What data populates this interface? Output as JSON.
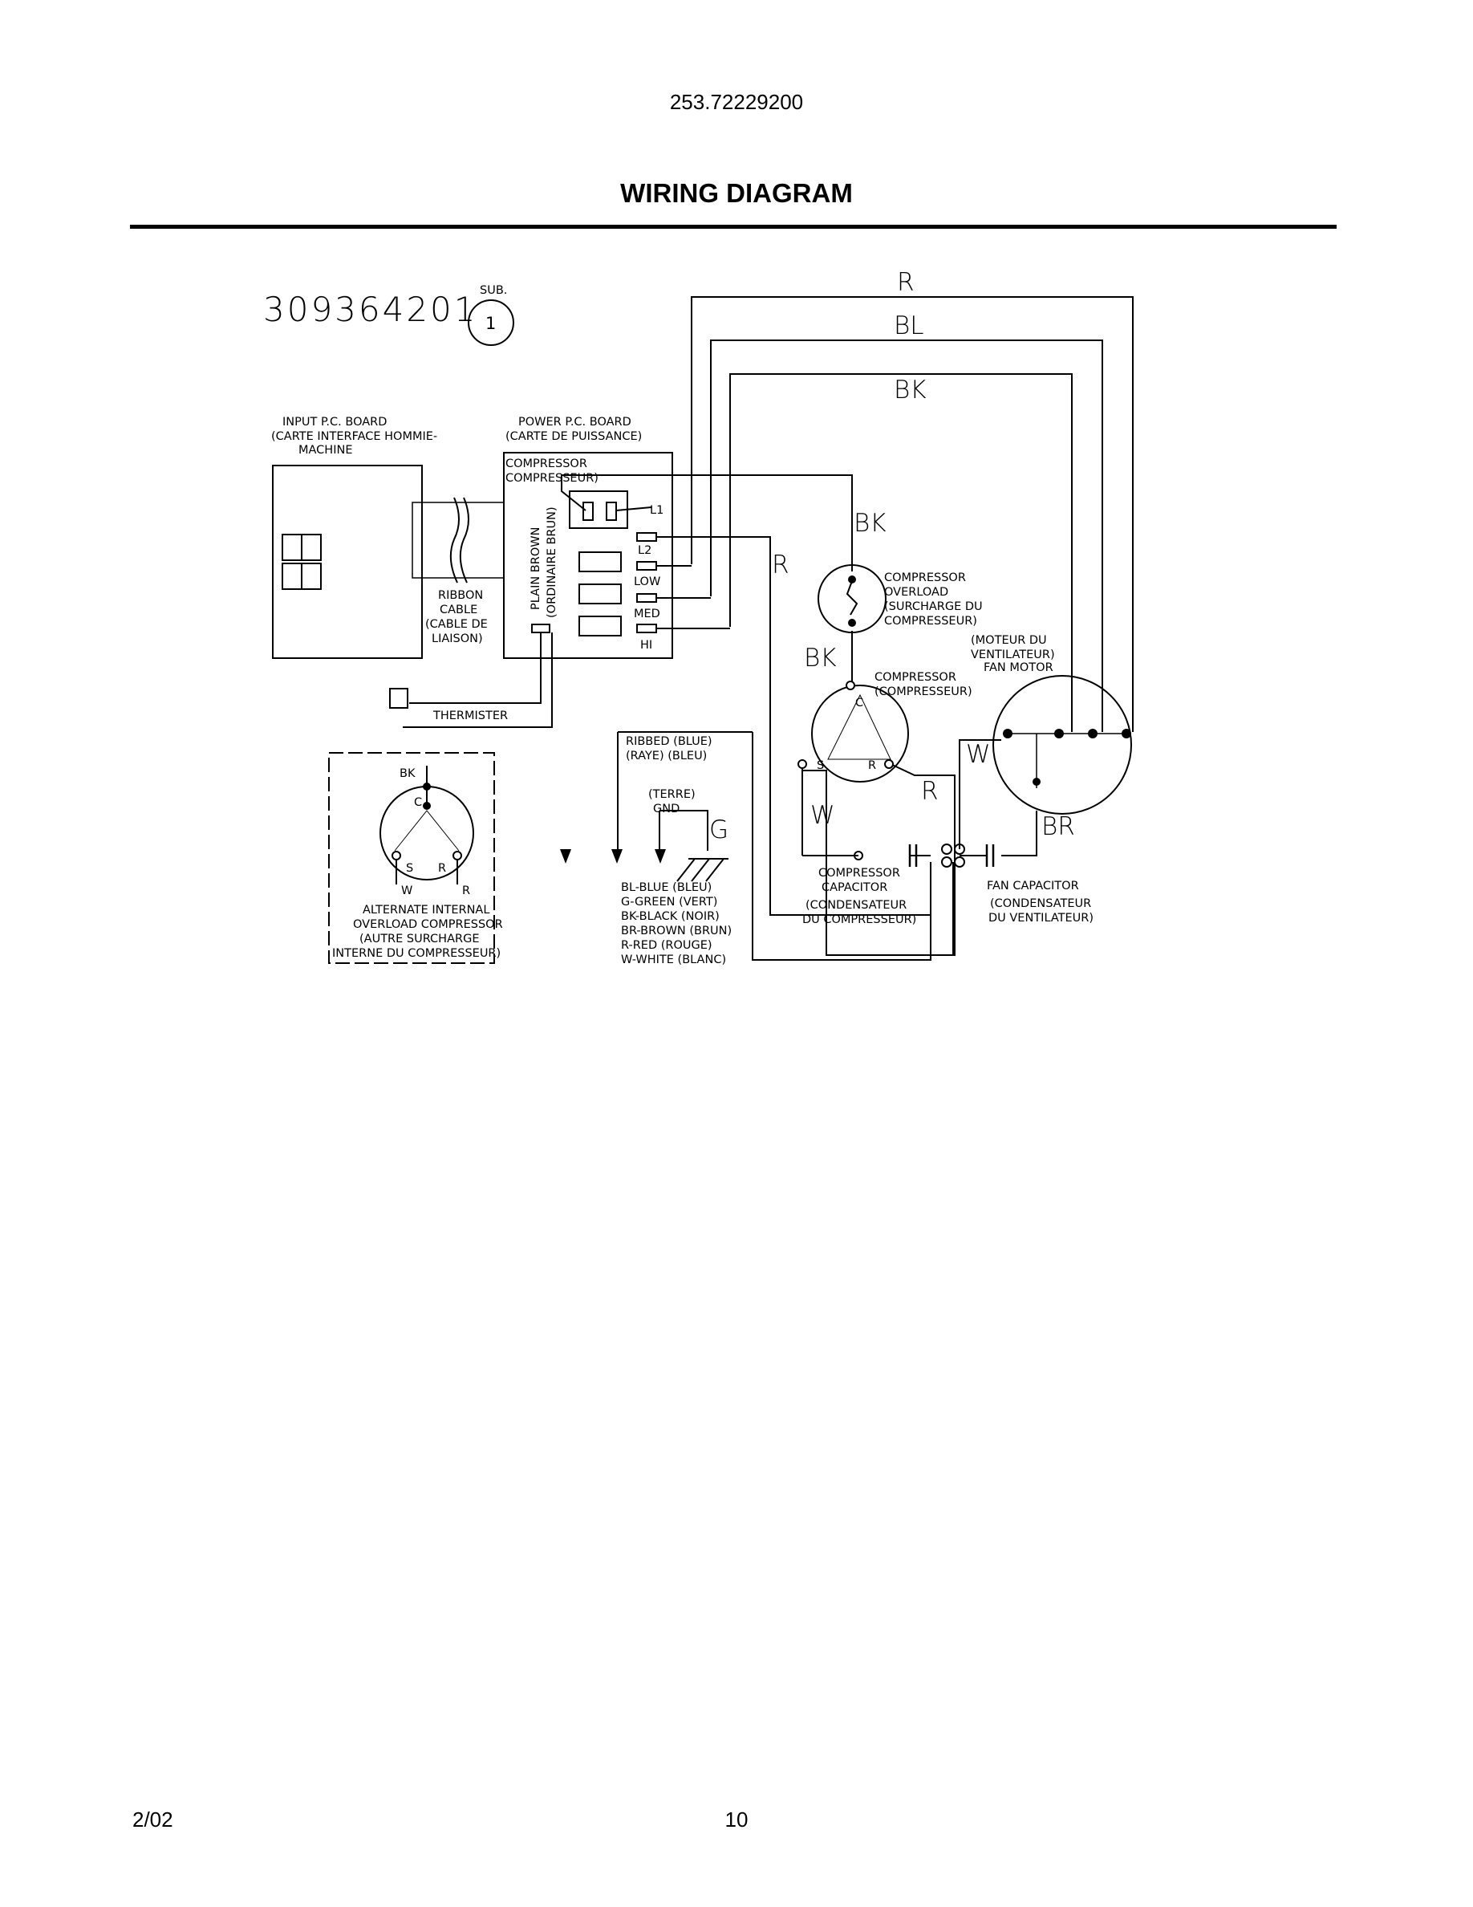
{
  "header": {
    "model": "253.72229200",
    "title": "WIRING DIAGRAM"
  },
  "footer": {
    "date": "2/02",
    "page": "10"
  },
  "diagram": {
    "part_number": "309364201",
    "sub_label": "SUB.",
    "sub_number": "1",
    "wires_top": {
      "r": "R",
      "bl": "BL",
      "bk": "BK"
    },
    "input_board": [
      "INPUT P.C. BOARD",
      "(CARTE INTERFACE HOMMIE-",
      "MACHINE"
    ],
    "power_board": [
      "POWER P.C. BOARD",
      "(CARTE DE PUISSANCE)"
    ],
    "compressor_relay": [
      "COMPRESSOR",
      "COMPRESSEUR)"
    ],
    "terminals": {
      "l1": "L1",
      "l2": "L2",
      "low": "LOW",
      "med": "MED",
      "hi": "HI"
    },
    "plain_brown": "PLAIN BROWN",
    "ordinaire_brun": "(ORDINAIRE BRUN)",
    "ribbon_cable": [
      "RIBBON",
      "CABLE",
      "(CABLE DE",
      "LIAISON)"
    ],
    "thermister": "THERMISTER",
    "wire_labels": {
      "bk1": "BK",
      "r_left": "R",
      "bk2": "BK",
      "r_right": "R",
      "w_left": "W",
      "w_right": "W",
      "br": "BR",
      "g": "G"
    },
    "overload": [
      "COMPRESSOR",
      "OVERLOAD",
      "(SURCHARGE DU",
      "COMPRESSEUR)"
    ],
    "fan_motor": [
      "(MOTEUR DU",
      "VENTILATEUR)",
      "FAN MOTOR"
    ],
    "compressor": [
      "COMPRESSOR",
      "(COMPRESSEUR)"
    ],
    "compressor_terminals": {
      "c": "C",
      "s": "S",
      "r": "R"
    },
    "ribbed": [
      "RIBBED  (BLUE)",
      "(RAYE)  (BLEU)"
    ],
    "ground": [
      "(TERRE)",
      "GND"
    ],
    "color_key": [
      "BL-BLUE (BLEU)",
      "G-GREEN (VERT)",
      "BK-BLACK (NOIR)",
      "BR-BROWN (BRUN)",
      "R-RED (ROUGE)",
      "W-WHITE (BLANC)"
    ],
    "compressor_capacitor": [
      "COMPRESSOR",
      "CAPACITOR",
      "(CONDENSATEUR",
      "DU COMPRESSEUR)"
    ],
    "fan_capacitor": [
      "FAN CAPACITOR",
      "(CONDENSATEUR",
      "DU VENTILATEUR)"
    ],
    "alternate": {
      "bk": "BK",
      "c": "C",
      "s": "S",
      "r": "R",
      "w": "W",
      "r2": "R",
      "caption": [
        "ALTERNATE INTERNAL",
        "OVERLOAD COMPRESSOR",
        "(AUTRE SURCHARGE",
        "INTERNE DU COMPRESSEUR)"
      ]
    }
  }
}
